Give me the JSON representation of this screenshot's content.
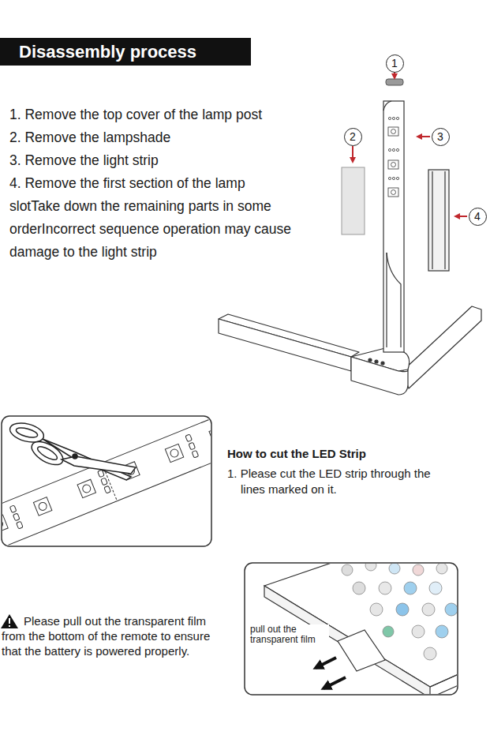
{
  "diagram": {
    "title": "Disassembly process",
    "nodes": [
      {
        "text": [
          "1"
        ]
      },
      {
        "text": [
          "2"
        ]
      },
      {
        "text": [
          "3"
        ]
      },
      {
        "text": [
          "4"
        ]
      }
    ],
    "labels": [
      "1. Remove the top cover of the lamp post",
      "2. Remove the lampshade",
      "3. Remove the light strip",
      "4. Remove the first section of the lamp slotTake down the remaining parts in some orderIncorrect sequence operation may cause damage to the light strip",
      "How to cut the LED Strip",
      "1. Please cut the LED strip through the lines marked on it.",
      "Please pull out the transparent film from the bottom of the remote to ensure that the battery is powered properly.",
      "pull out the transparent film"
    ]
  }
}
